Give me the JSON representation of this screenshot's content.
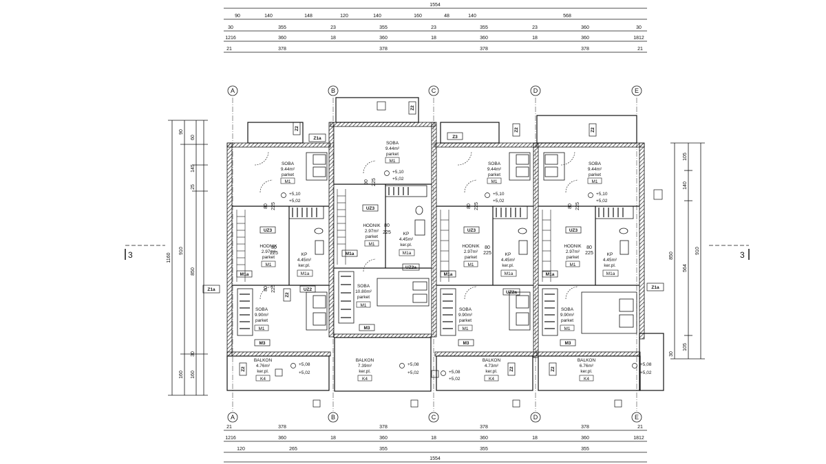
{
  "axes": [
    "A",
    "B",
    "C",
    "D",
    "E"
  ],
  "section_marks": [
    "3",
    "3"
  ],
  "dims_top": [
    [
      "1554"
    ],
    [
      "90",
      "140",
      "148",
      "120",
      "140",
      "160",
      "48",
      "140",
      "568"
    ],
    [
      "30",
      "355",
      "23",
      "355",
      "23",
      "355",
      "23",
      "360",
      "30"
    ],
    [
      "1216",
      "360",
      "18",
      "360",
      "18",
      "360",
      "18",
      "360",
      "1812"
    ],
    [
      "21",
      "378",
      "378",
      "378",
      "378",
      "21"
    ]
  ],
  "dims_bottom": [
    [
      "21",
      "378",
      "378",
      "378",
      "378",
      "21"
    ],
    [
      "1216",
      "360",
      "18",
      "360",
      "18",
      "360",
      "18",
      "360",
      "1812"
    ],
    [
      "120",
      "265",
      "355",
      "355",
      "355"
    ],
    [
      "1554"
    ]
  ],
  "dims_left": [
    "1160",
    "910",
    "850",
    "90",
    "60",
    "145",
    "160",
    "160",
    "30",
    "25"
  ],
  "dims_right": [
    "910",
    "850",
    "564",
    "105",
    "140",
    "105",
    "30"
  ],
  "rooms": [
    {
      "name": "SOBA",
      "area": "9.44m²",
      "floor": "parket",
      "code": "M1"
    },
    {
      "name": "SOBA",
      "area": "9.44m²",
      "floor": "parket",
      "code": "M1"
    },
    {
      "name": "SOBA",
      "area": "9.44m²",
      "floor": "parket",
      "code": "M1"
    },
    {
      "name": "SOBA",
      "area": "9.44m²",
      "floor": "parket",
      "code": "M1"
    },
    {
      "name": "HODNIK",
      "area": "2.97m²",
      "floor": "parket",
      "code": "M1"
    },
    {
      "name": "HODNIK",
      "area": "2.97m²",
      "floor": "parket",
      "code": "M1"
    },
    {
      "name": "HODNIK",
      "area": "2.97m²",
      "floor": "parket",
      "code": "M1"
    },
    {
      "name": "HODNIK",
      "area": "2.97m²",
      "floor": "parket",
      "code": "M1"
    },
    {
      "name": "KP",
      "area": "4.45m²",
      "floor": "ker.pl.",
      "code": "M1a"
    },
    {
      "name": "KP",
      "area": "4.45m²",
      "floor": "ker.pl.",
      "code": "M1a"
    },
    {
      "name": "KP",
      "area": "4.45m²",
      "floor": "ker.pl.",
      "code": "M1a"
    },
    {
      "name": "KP",
      "area": "4.45m²",
      "floor": "ker.pl.",
      "code": "M1a"
    },
    {
      "name": "SOBA",
      "area": "9.90m²",
      "floor": "parket",
      "code": "M1"
    },
    {
      "name": "SOBA",
      "area": "10.80m²",
      "floor": "parket",
      "code": "M1"
    },
    {
      "name": "SOBA",
      "area": "9.90m²",
      "floor": "parket",
      "code": "M1"
    },
    {
      "name": "SOBA",
      "area": "9.90m²",
      "floor": "parket",
      "code": "M1"
    },
    {
      "name": "BALKON",
      "area": "4.76m²",
      "floor": "ker.pl.",
      "code": "K4"
    },
    {
      "name": "BALKON",
      "area": "7.39m²",
      "floor": "ker.pl.",
      "code": "K4"
    },
    {
      "name": "BALKON",
      "area": "4.73m²",
      "floor": "ker.pl.",
      "code": "K4"
    },
    {
      "name": "BALKON",
      "area": "6.76m²",
      "floor": "ker.pl.",
      "code": "K4"
    }
  ],
  "levels": [
    "+5,10",
    "+5,02",
    "+5,08",
    "+5,02"
  ],
  "tags": [
    "Z1a",
    "Z2",
    "Z3",
    "UZ3",
    "UZ2",
    "UZ2a",
    "M1a",
    "M3"
  ],
  "door_dims": [
    "80",
    "225",
    "90",
    "225",
    "225"
  ],
  "colors": {
    "line": "#111111",
    "background": "#ffffff",
    "hatch": "#222222"
  }
}
